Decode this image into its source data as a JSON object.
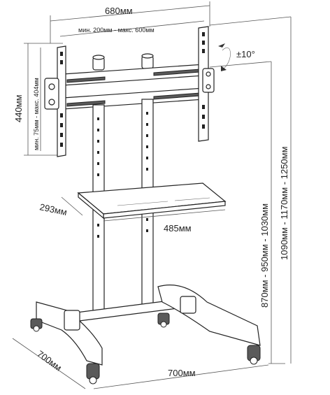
{
  "labels": {
    "width_total": "680мм",
    "vesa_horizontal": "мин. 200мм - макс. 600мм",
    "height_plate": "440мм",
    "vesa_vertical": "мин. 75мм - макс. 404мм",
    "tilt": "±10°",
    "shelf_depth": "293мм",
    "shelf_width": "485мм",
    "heights_center": "870мм - 950мм - 1030мм",
    "heights_top": "1090мм - 1170мм - 1250мм",
    "base_depth": "700мм",
    "base_width": "700мм"
  }
}
